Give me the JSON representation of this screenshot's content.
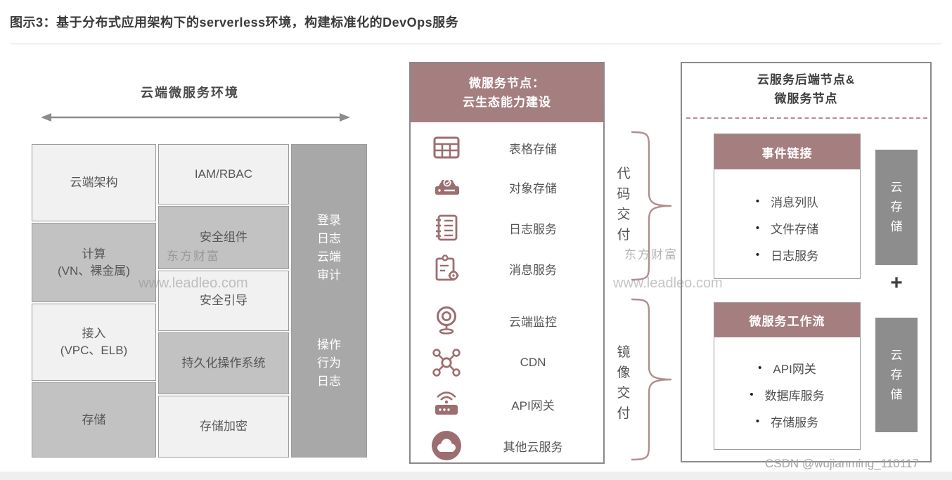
{
  "page": {
    "title": "图示3：基于分布式应用架构下的serverless环境，构建标准化的DevOps服务"
  },
  "colors": {
    "mauve_header": "#a57e80",
    "icon_mauve": "#9c6e70",
    "brace_mauve": "#b08d8f",
    "light_box": "#f1f1f1",
    "mid_box": "#c2c2c2",
    "dark_column": "#a8a8a8",
    "dark_side_box": "#8d8d8d"
  },
  "left_section": {
    "header": "云端微服务环境",
    "col1": [
      {
        "label": "云端架构",
        "tone": "light"
      },
      {
        "label": "计算\n(VN、裸金属)",
        "tone": "mid"
      },
      {
        "label": "接入\n(VPC、ELB)",
        "tone": "light"
      },
      {
        "label": "存储",
        "tone": "mid"
      }
    ],
    "col2": [
      {
        "label": "IAM/RBAC",
        "tone": "light"
      },
      {
        "label": "安全组件",
        "tone": "mid"
      },
      {
        "label": "安全引导",
        "tone": "light"
      },
      {
        "label": "持久化操作系统",
        "tone": "mid"
      },
      {
        "label": "存储加密",
        "tone": "light"
      }
    ],
    "col3": {
      "top": "登录\n日志\n云端\n审计",
      "bottom": "操作\n行为\n日志"
    }
  },
  "middle_panel": {
    "header": "微服务节点：\n云生态能力建设",
    "items": [
      {
        "icon": "table-icon",
        "label": "表格存储"
      },
      {
        "icon": "storage-drive-icon",
        "label": "对象存储"
      },
      {
        "icon": "log-notebook-icon",
        "label": "日志服务"
      },
      {
        "icon": "message-clipboard-icon",
        "label": "消息服务"
      },
      {
        "icon": "monitor-webcam-icon",
        "label": "云端监控"
      },
      {
        "icon": "cdn-network-icon",
        "label": "CDN"
      },
      {
        "icon": "api-gateway-router-icon",
        "label": "API网关"
      },
      {
        "icon": "other-cloud-icon",
        "label": "其他云服务"
      }
    ]
  },
  "braces": [
    {
      "label": "代\n码\n交\n付"
    },
    {
      "label": "镜\n像\n交\n付"
    }
  ],
  "right_panel": {
    "title": "云服务后端节点&\n微服务节点",
    "bullet": "•",
    "plus": "+",
    "boxes": [
      {
        "header": "事件链接",
        "bullets": [
          "消息列队",
          "文件存储",
          "日志服务"
        ]
      },
      {
        "header": "微服务工作流",
        "bullets": [
          "API网关",
          "数据库服务",
          "存储服务"
        ]
      }
    ],
    "side_boxes": [
      "云\n存\n储",
      "云\n存\n储"
    ]
  },
  "watermarks": {
    "brand": "东方财富",
    "url": "www.leadleo.com",
    "csdn": "CSDN @wujianming_110117"
  }
}
